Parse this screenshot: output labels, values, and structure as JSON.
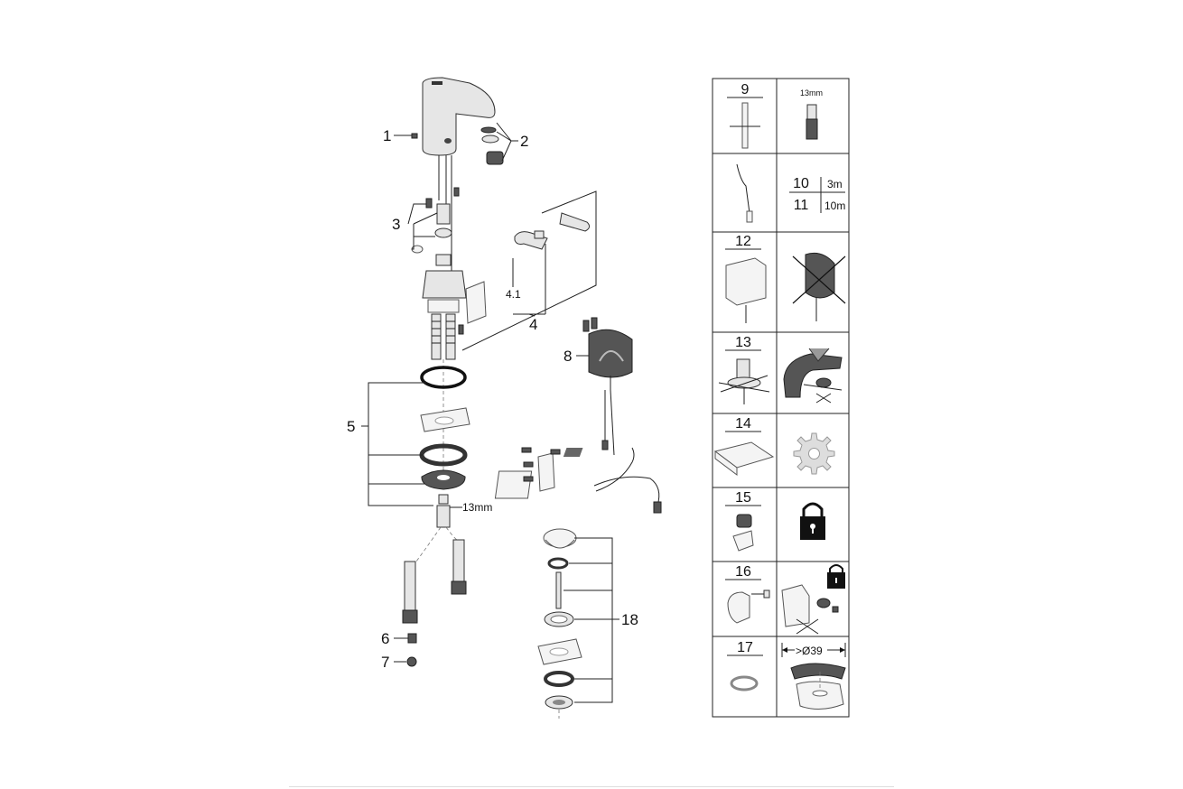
{
  "callouts": {
    "c1": "1",
    "c2": "2",
    "c3": "3",
    "c4": "4",
    "c4_1": "4.1",
    "c5": "5",
    "c6": "6",
    "c7": "7",
    "c8": "8",
    "c18": "18",
    "wrench_size_main": "13mm"
  },
  "table": {
    "row9": {
      "num": "9",
      "size": "13mm"
    },
    "row10": {
      "num_a": "10",
      "len_a": "3m",
      "num_b": "11",
      "len_b": "10m"
    },
    "row12": {
      "num": "12"
    },
    "row13": {
      "num": "13"
    },
    "row14": {
      "num": "14"
    },
    "row15": {
      "num": "15"
    },
    "row16": {
      "num": "16"
    },
    "row17": {
      "num": "17",
      "dim": ">Ø39"
    }
  },
  "icons": [
    "padlock-icon",
    "gear-icon",
    "crossed-out-icon"
  ]
}
